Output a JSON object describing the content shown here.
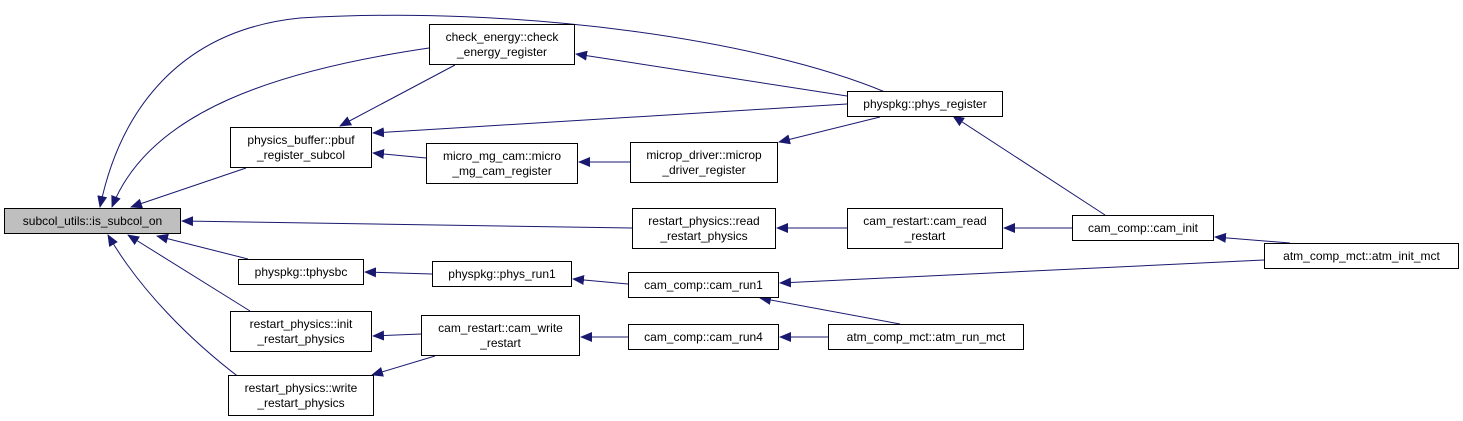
{
  "graph": {
    "colors": {
      "edge": "#191970",
      "root_fill": "#bfbfbf",
      "node_fill": "#ffffff",
      "border": "#000000"
    },
    "nodes": [
      {
        "id": "is_subcol_on",
        "lines": [
          "subcol_utils::is_subcol_on"
        ],
        "root": true
      },
      {
        "id": "check_energy_register",
        "lines": [
          "check_energy::check",
          "_energy_register"
        ]
      },
      {
        "id": "pbuf_register_subcol",
        "lines": [
          "physics_buffer::pbuf",
          "_register_subcol"
        ]
      },
      {
        "id": "micro_mg_cam_register",
        "lines": [
          "micro_mg_cam::micro",
          "_mg_cam_register"
        ]
      },
      {
        "id": "microp_driver_register",
        "lines": [
          "microp_driver::microp",
          "_driver_register"
        ]
      },
      {
        "id": "phys_register",
        "lines": [
          "physpkg::phys_register"
        ]
      },
      {
        "id": "read_restart_physics",
        "lines": [
          "restart_physics::read",
          "_restart_physics"
        ]
      },
      {
        "id": "cam_read_restart",
        "lines": [
          "cam_restart::cam_read",
          "_restart"
        ]
      },
      {
        "id": "cam_init",
        "lines": [
          "cam_comp::cam_init"
        ]
      },
      {
        "id": "atm_init_mct",
        "lines": [
          "atm_comp_mct::atm_init_mct"
        ]
      },
      {
        "id": "tphysbc",
        "lines": [
          "physpkg::tphysbc"
        ]
      },
      {
        "id": "phys_run1",
        "lines": [
          "physpkg::phys_run1"
        ]
      },
      {
        "id": "cam_run1",
        "lines": [
          "cam_comp::cam_run1"
        ]
      },
      {
        "id": "init_restart_physics",
        "lines": [
          "restart_physics::init",
          "_restart_physics"
        ]
      },
      {
        "id": "cam_write_restart",
        "lines": [
          "cam_restart::cam_write",
          "_restart"
        ]
      },
      {
        "id": "cam_run4",
        "lines": [
          "cam_comp::cam_run4"
        ]
      },
      {
        "id": "atm_run_mct",
        "lines": [
          "atm_comp_mct::atm_run_mct"
        ]
      },
      {
        "id": "write_restart_physics",
        "lines": [
          "restart_physics::write",
          "_restart_physics"
        ]
      }
    ],
    "edges": [
      {
        "from": "check_energy_register",
        "to": "is_subcol_on"
      },
      {
        "from": "phys_register",
        "to": "is_subcol_on"
      },
      {
        "from": "pbuf_register_subcol",
        "to": "is_subcol_on"
      },
      {
        "from": "read_restart_physics",
        "to": "is_subcol_on"
      },
      {
        "from": "tphysbc",
        "to": "is_subcol_on"
      },
      {
        "from": "init_restart_physics",
        "to": "is_subcol_on"
      },
      {
        "from": "write_restart_physics",
        "to": "is_subcol_on"
      },
      {
        "from": "phys_register",
        "to": "check_energy_register"
      },
      {
        "from": "check_energy_register",
        "to": "pbuf_register_subcol"
      },
      {
        "from": "phys_register",
        "to": "pbuf_register_subcol"
      },
      {
        "from": "micro_mg_cam_register",
        "to": "pbuf_register_subcol"
      },
      {
        "from": "microp_driver_register",
        "to": "micro_mg_cam_register"
      },
      {
        "from": "phys_register",
        "to": "microp_driver_register"
      },
      {
        "from": "cam_init",
        "to": "phys_register"
      },
      {
        "from": "cam_read_restart",
        "to": "read_restart_physics"
      },
      {
        "from": "cam_init",
        "to": "cam_read_restart"
      },
      {
        "from": "atm_init_mct",
        "to": "cam_init"
      },
      {
        "from": "phys_run1",
        "to": "tphysbc"
      },
      {
        "from": "cam_run1",
        "to": "phys_run1"
      },
      {
        "from": "atm_init_mct",
        "to": "cam_run1"
      },
      {
        "from": "atm_run_mct",
        "to": "cam_run1"
      },
      {
        "from": "cam_write_restart",
        "to": "init_restart_physics"
      },
      {
        "from": "cam_write_restart",
        "to": "write_restart_physics"
      },
      {
        "from": "cam_run4",
        "to": "cam_write_restart"
      },
      {
        "from": "atm_run_mct",
        "to": "cam_run4"
      }
    ]
  }
}
